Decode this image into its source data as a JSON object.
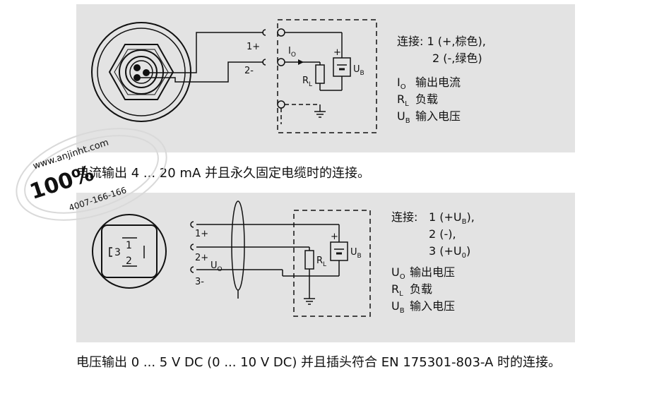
{
  "watermark": {
    "line1": "www.anjinht.com",
    "line2": "100%",
    "line3": "4007-166-166"
  },
  "diagram1": {
    "pin_plus": "1+",
    "pin_minus": "2-",
    "io_main": "I",
    "io_sub": "O",
    "rl_main": "R",
    "rl_sub": "L",
    "ub_main": "U",
    "ub_sub": "B",
    "plus_sign": "+",
    "legend": {
      "connection_line1": "连接: 1 (+,棕色),",
      "connection_line2": "2 (-,绿色)",
      "io_desc": "输出电流",
      "rl_desc": "负载",
      "ub_desc": "输入电压"
    }
  },
  "caption1": "电流输出 4 ... 20 mA 并且永久固定电缆时的连接。",
  "diagram2": {
    "pin1": "1+",
    "pin2": "2+",
    "pin3": "3-",
    "uo_main": "U",
    "uo_sub": "O",
    "rl_main": "R",
    "rl_sub": "L",
    "ub_main": "U",
    "ub_sub": "B",
    "plus_sign": "+",
    "connector_1": "1",
    "connector_2": "2",
    "connector_3": "3",
    "legend": {
      "conn_label": "连接:",
      "conn1_pre": "1 (+U",
      "conn1_sub": "B",
      "conn1_post": "),",
      "conn2": "2 (-),",
      "conn3_pre": "3 (+U",
      "conn3_sub": "0",
      "conn3_post": ")",
      "uo_desc": "输出电压",
      "rl_desc": "负载",
      "ub_desc": "输入电压"
    }
  },
  "caption2": "电压输出 0 ... 5 V DC (0 ... 10 V DC) 并且插头符合 EN 175301-803-A 时的连接。"
}
